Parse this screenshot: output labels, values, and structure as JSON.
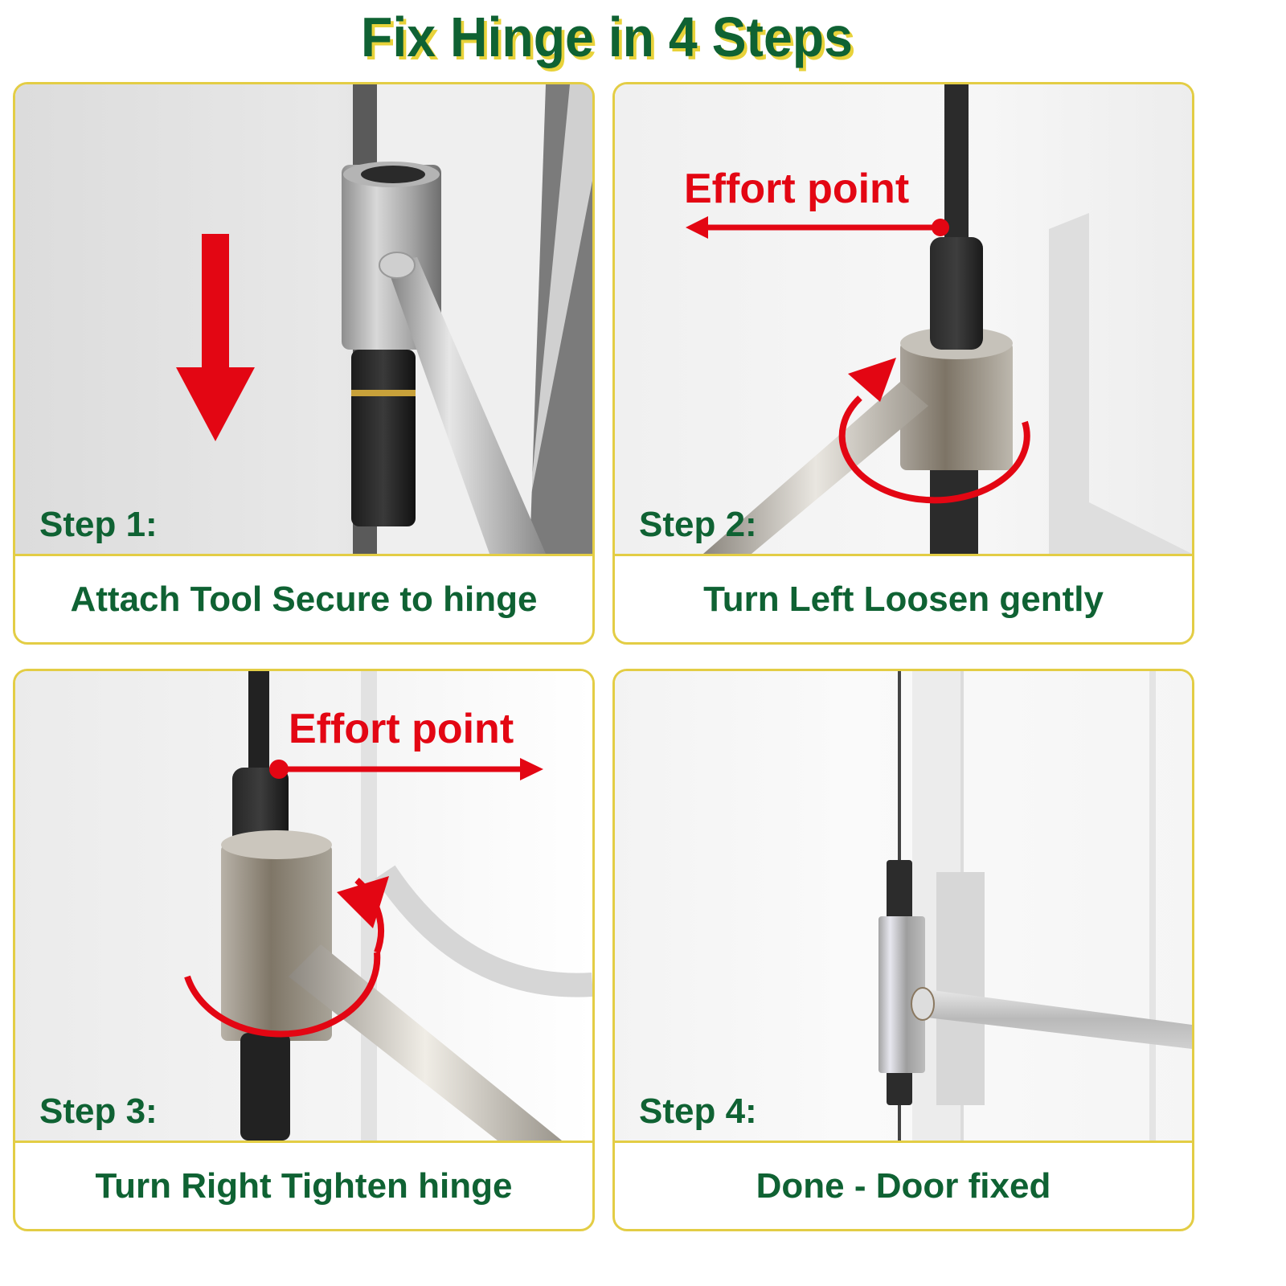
{
  "title": "Fix Hinge in 4 Steps",
  "colors": {
    "title_green": "#0f6233",
    "title_shadow_yellow": "#e8d23a",
    "panel_border_yellow": "#e3cd45",
    "arrow_red": "#e30613"
  },
  "steps": [
    {
      "label": "Step 1:",
      "caption": "Attach Tool Secure to hinge",
      "annotation": null,
      "icons": [
        "down-arrow-icon"
      ]
    },
    {
      "label": "Step 2:",
      "caption": "Turn Left Loosen gently",
      "annotation": "Effort point",
      "icons": [
        "left-arrow-icon",
        "counterclockwise-rotation-icon"
      ]
    },
    {
      "label": "Step 3:",
      "caption": "Turn Right Tighten hinge",
      "annotation": "Effort point",
      "icons": [
        "right-arrow-icon",
        "clockwise-rotation-icon"
      ]
    },
    {
      "label": "Step 4:",
      "caption": "Done - Door fixed",
      "annotation": null,
      "icons": []
    }
  ]
}
